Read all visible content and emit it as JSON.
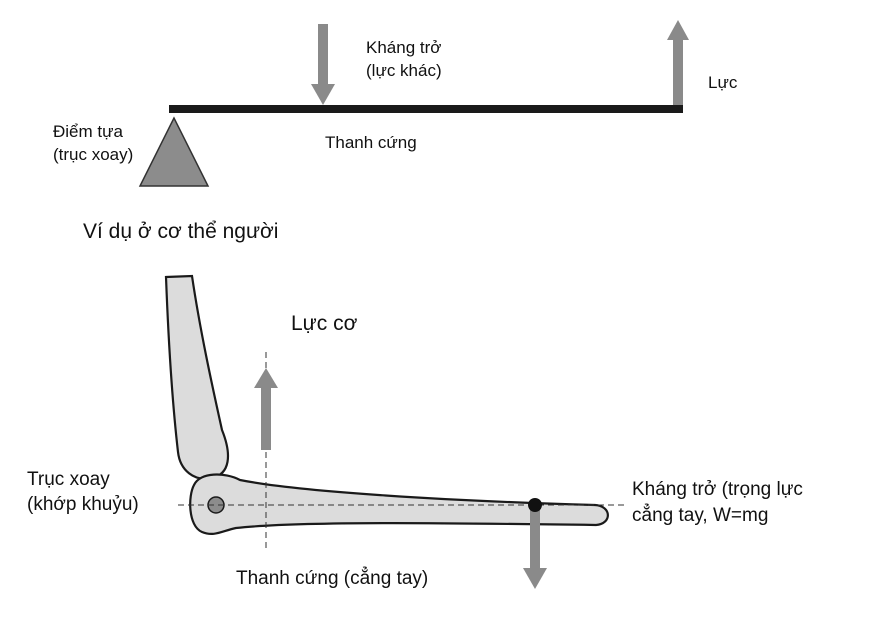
{
  "lever": {
    "resistance_label_1": "Kháng trở",
    "resistance_label_2": "(lực khác)",
    "force_label": "Lực",
    "fulcrum_label_1": "Điểm tựa",
    "fulcrum_label_2": "(trục xoay)",
    "bar_label": "Thanh cứng"
  },
  "example_title": "Ví dụ ở cơ thể người",
  "arm": {
    "muscle_force_label": "Lực cơ",
    "pivot_label_1": "Trục xoay",
    "pivot_label_2": "(khớp khuỷu)",
    "resistance_label_1": "Kháng trở (trọng lực",
    "resistance_label_2": "cẳng tay, W=mg",
    "bar_label": "Thanh cứng (cẳng tay)"
  },
  "colors": {
    "bar": "#1a1a1a",
    "arrow": "#8a8a8a",
    "fulcrum": "#8c8c8c",
    "bone_fill": "#dcdcdc",
    "bone_stroke": "#1a1a1a",
    "text": "#111111"
  }
}
